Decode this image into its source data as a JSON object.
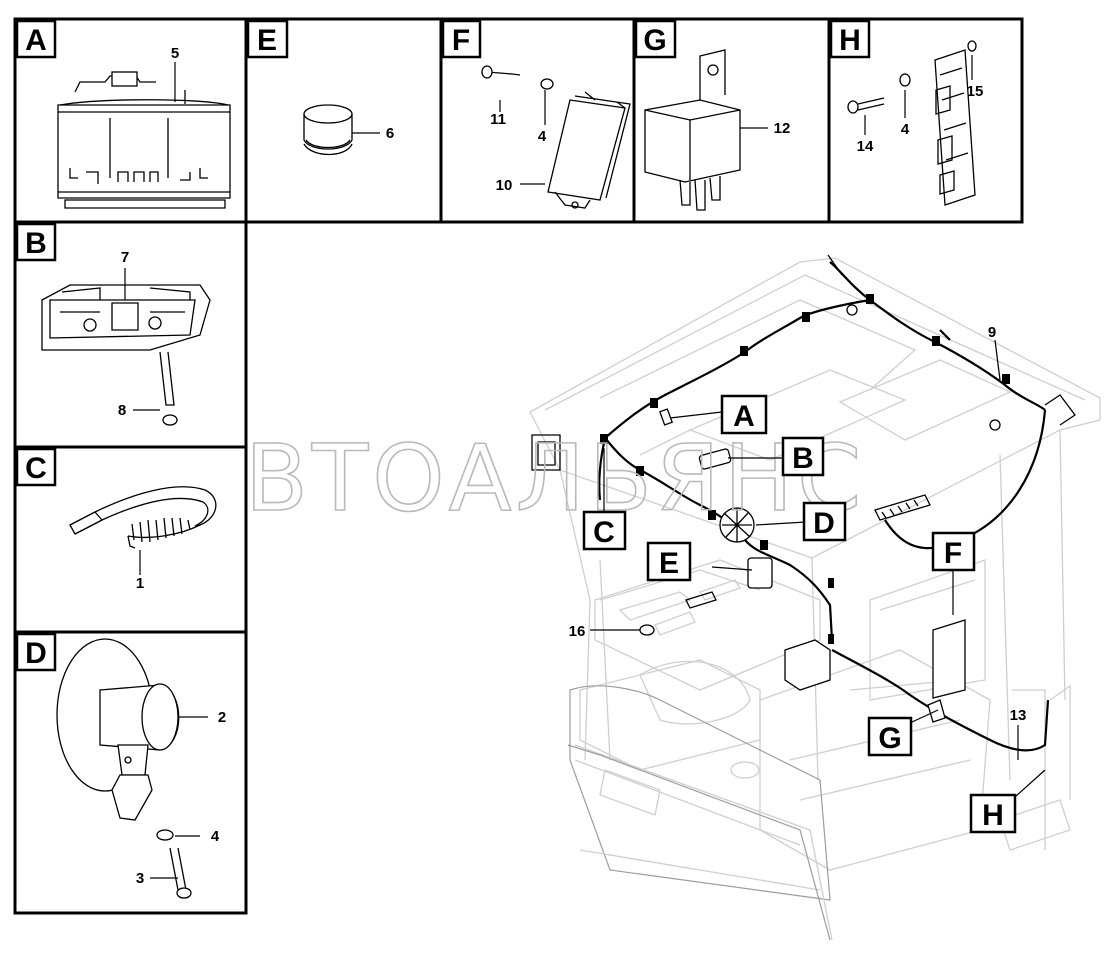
{
  "detail_panels": [
    {
      "letter": "A",
      "callouts": [
        "5"
      ]
    },
    {
      "letter": "E",
      "callouts": [
        "6"
      ]
    },
    {
      "letter": "F",
      "callouts": [
        "11",
        "4",
        "10"
      ]
    },
    {
      "letter": "G",
      "callouts": [
        "12"
      ]
    },
    {
      "letter": "H",
      "callouts": [
        "15",
        "14",
        "4"
      ]
    },
    {
      "letter": "B",
      "callouts": [
        "7",
        "8"
      ]
    },
    {
      "letter": "C",
      "callouts": [
        "1"
      ]
    },
    {
      "letter": "D",
      "callouts": [
        "2",
        "4",
        "3"
      ]
    }
  ],
  "main_view": {
    "letter_tags": [
      "A",
      "B",
      "C",
      "D",
      "E",
      "F",
      "G",
      "H"
    ],
    "callouts": [
      "9",
      "16",
      "13"
    ]
  },
  "watermark": "АВТОАЛЬЯНС",
  "colors": {
    "ink": "#000000",
    "cab_outline": "#cfcfcf",
    "watermark": "#b9b9b9"
  }
}
